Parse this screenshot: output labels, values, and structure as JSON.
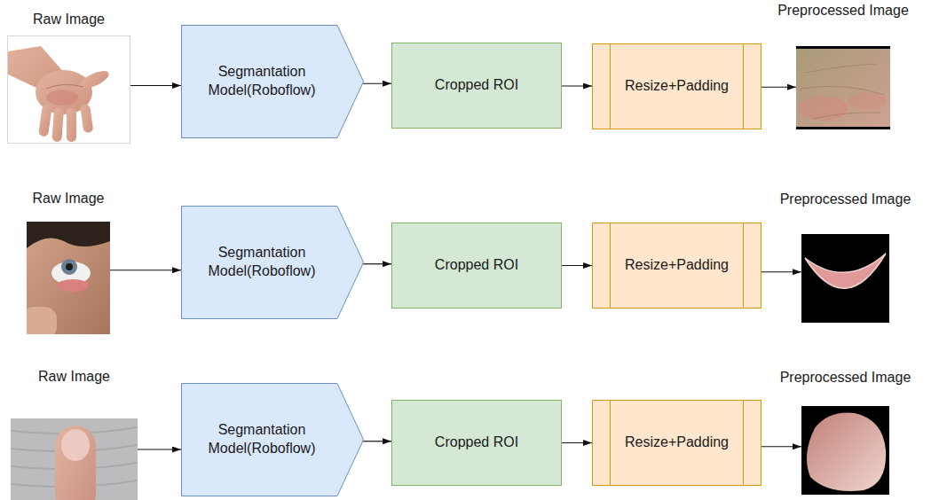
{
  "diagram": {
    "nodes": [
      {
        "text": [
          "Raw Image"
        ]
      },
      {
        "text": [
          "Segmantation Model(Roboflow)"
        ]
      },
      {
        "text": [
          "Cropped ROI"
        ]
      },
      {
        "text": [
          "Resize+Padding"
        ]
      },
      {
        "text": [
          "Preprocessed Image"
        ]
      },
      {
        "text": [
          "Raw Image"
        ]
      },
      {
        "text": [
          "Segmantation Model(Roboflow)"
        ]
      },
      {
        "text": [
          "Cropped ROI"
        ]
      },
      {
        "text": [
          "Resize+Padding"
        ]
      },
      {
        "text": [
          "Preprocessed Image"
        ]
      },
      {
        "text": [
          "Raw Image"
        ]
      },
      {
        "text": [
          "Segmantation Model(Roboflow)"
        ]
      },
      {
        "text": [
          "Cropped ROI"
        ]
      },
      {
        "text": [
          "Resize+Padding"
        ]
      },
      {
        "text": [
          "Preprocessed Image"
        ]
      }
    ],
    "edges": [
      {
        "from": 0,
        "to": 1,
        "arrow": "to"
      },
      {
        "from": 1,
        "to": 2,
        "arrow": "to"
      },
      {
        "from": 2,
        "to": 3,
        "arrow": "to"
      },
      {
        "from": 3,
        "to": 4,
        "arrow": "to"
      },
      {
        "from": 5,
        "to": 6,
        "arrow": "to"
      },
      {
        "from": 6,
        "to": 7,
        "arrow": "to"
      },
      {
        "from": 7,
        "to": 8,
        "arrow": "to"
      },
      {
        "from": 8,
        "to": 9,
        "arrow": "to"
      },
      {
        "from": 10,
        "to": 11,
        "arrow": "to"
      },
      {
        "from": 11,
        "to": 12,
        "arrow": "to"
      },
      {
        "from": 12,
        "to": 13,
        "arrow": "to"
      },
      {
        "from": 13,
        "to": 14,
        "arrow": "to"
      }
    ]
  }
}
